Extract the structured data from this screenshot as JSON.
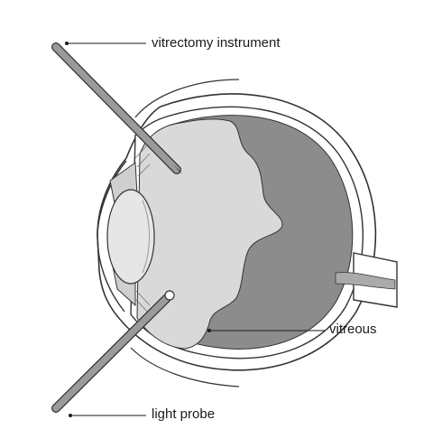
{
  "labels": {
    "vitrectomy_instrument": "vitrectomy instrument",
    "vitreous": "vitreous",
    "light_probe": "light probe"
  },
  "colors": {
    "outline": "#333333",
    "vitreous_dark": "#8c8c8c",
    "vitreous_light": "#d9d9d9",
    "instrument": "#9a9a9a",
    "lens": "#e6e6e6"
  }
}
